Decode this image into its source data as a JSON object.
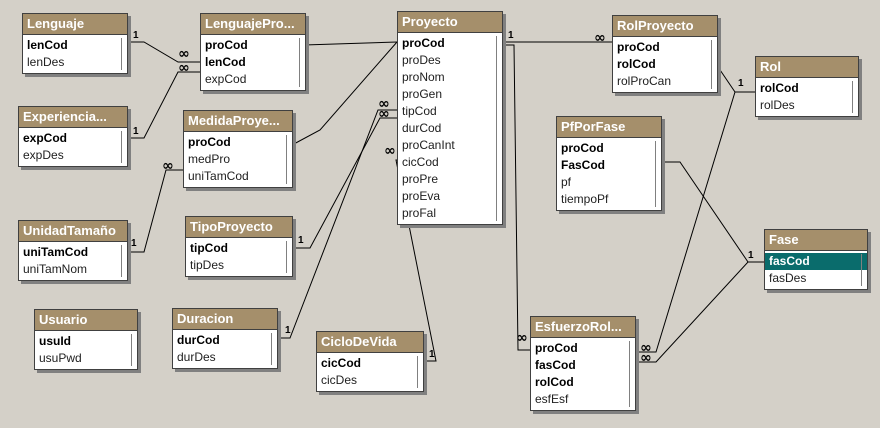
{
  "tables": [
    {
      "id": "Lenguaje",
      "title": "Lenguaje",
      "fields": [
        {
          "name": "lenCod",
          "key": true
        },
        {
          "name": "lenDes",
          "key": false
        }
      ]
    },
    {
      "id": "Experiencia",
      "title": "Experiencia...",
      "fields": [
        {
          "name": "expCod",
          "key": true
        },
        {
          "name": "expDes",
          "key": false
        }
      ]
    },
    {
      "id": "UnidadTamano",
      "title": "UnidadTamaño",
      "fields": [
        {
          "name": "uniTamCod",
          "key": true
        },
        {
          "name": "uniTamNom",
          "key": false
        }
      ]
    },
    {
      "id": "Usuario",
      "title": "Usuario",
      "fields": [
        {
          "name": "usuId",
          "key": true
        },
        {
          "name": "usuPwd",
          "key": false
        }
      ]
    },
    {
      "id": "LenguajePro",
      "title": "LenguajePro...",
      "fields": [
        {
          "name": "proCod",
          "key": true
        },
        {
          "name": "lenCod",
          "key": true
        },
        {
          "name": "expCod",
          "key": false
        }
      ]
    },
    {
      "id": "MedidaProye",
      "title": "MedidaProye...",
      "fields": [
        {
          "name": "proCod",
          "key": true
        },
        {
          "name": "medPro",
          "key": false
        },
        {
          "name": "uniTamCod",
          "key": false
        }
      ]
    },
    {
      "id": "TipoProyecto",
      "title": "TipoProyecto",
      "fields": [
        {
          "name": "tipCod",
          "key": true
        },
        {
          "name": "tipDes",
          "key": false
        }
      ]
    },
    {
      "id": "Duracion",
      "title": "Duracion",
      "fields": [
        {
          "name": "durCod",
          "key": true
        },
        {
          "name": "durDes",
          "key": false
        }
      ]
    },
    {
      "id": "Proyecto",
      "title": "Proyecto",
      "fields": [
        {
          "name": "proCod",
          "key": true
        },
        {
          "name": "proDes",
          "key": false
        },
        {
          "name": "proNom",
          "key": false
        },
        {
          "name": "proGen",
          "key": false
        },
        {
          "name": "tipCod",
          "key": false
        },
        {
          "name": "durCod",
          "key": false
        },
        {
          "name": "proCanInt",
          "key": false
        },
        {
          "name": "cicCod",
          "key": false
        },
        {
          "name": "proPre",
          "key": false
        },
        {
          "name": "proEva",
          "key": false
        },
        {
          "name": "proFal",
          "key": false
        }
      ]
    },
    {
      "id": "CicloDeVida",
      "title": "CicloDeVida",
      "fields": [
        {
          "name": "cicCod",
          "key": true
        },
        {
          "name": "cicDes",
          "key": false
        }
      ]
    },
    {
      "id": "RolProyecto",
      "title": "RolProyecto",
      "fields": [
        {
          "name": "proCod",
          "key": true
        },
        {
          "name": "rolCod",
          "key": true
        },
        {
          "name": "rolProCan",
          "key": false
        }
      ]
    },
    {
      "id": "Rol",
      "title": "Rol",
      "fields": [
        {
          "name": "rolCod",
          "key": true
        },
        {
          "name": "rolDes",
          "key": false
        }
      ]
    },
    {
      "id": "PfPorFase",
      "title": "PfPorFase",
      "fields": [
        {
          "name": "proCod",
          "key": true
        },
        {
          "name": "FasCod",
          "key": true
        },
        {
          "name": "pf",
          "key": false
        },
        {
          "name": "tiempoPf",
          "key": false
        }
      ]
    },
    {
      "id": "Fase",
      "title": "Fase",
      "fields": [
        {
          "name": "fasCod",
          "key": true,
          "selected": true
        },
        {
          "name": "fasDes",
          "key": false
        }
      ]
    },
    {
      "id": "EsfuerzoRol",
      "title": "EsfuerzoRol...",
      "fields": [
        {
          "name": "proCod",
          "key": true
        },
        {
          "name": "fasCod",
          "key": true
        },
        {
          "name": "rolCod",
          "key": true
        },
        {
          "name": "esfEsf",
          "key": false
        }
      ]
    }
  ],
  "relationships": [
    {
      "from": "Lenguaje",
      "to": "LenguajePro",
      "one": "1",
      "many": "∞"
    },
    {
      "from": "Experiencia",
      "to": "LenguajePro",
      "one": "1",
      "many": "∞"
    },
    {
      "from": "UnidadTamano",
      "to": "MedidaProye",
      "one": "1",
      "many": "∞"
    },
    {
      "from": "Proyecto",
      "to": "LenguajePro",
      "one": "",
      "many": ""
    },
    {
      "from": "Proyecto",
      "to": "MedidaProye",
      "one": "",
      "many": ""
    },
    {
      "from": "TipoProyecto",
      "to": "Proyecto",
      "one": "1",
      "many": "∞"
    },
    {
      "from": "Duracion",
      "to": "Proyecto",
      "one": "1",
      "many": "∞"
    },
    {
      "from": "CicloDeVida",
      "to": "Proyecto",
      "one": "1",
      "many": "∞"
    },
    {
      "from": "Proyecto",
      "to": "RolProyecto",
      "one": "1",
      "many": "∞"
    },
    {
      "from": "Proyecto",
      "to": "EsfuerzoRol",
      "one": "1",
      "many": "∞"
    },
    {
      "from": "Rol",
      "to": "RolProyecto",
      "one": "1",
      "many": ""
    },
    {
      "from": "Rol",
      "to": "EsfuerzoRol",
      "one": "",
      "many": "∞"
    },
    {
      "from": "Fase",
      "to": "EsfuerzoRol",
      "one": "1",
      "many": "∞"
    },
    {
      "from": "Fase",
      "to": "PfPorFase",
      "one": "",
      "many": ""
    }
  ],
  "colors": {
    "title_bar": "#a58f6b",
    "canvas": "#d4d0c8",
    "selected": "#0a6c6c"
  }
}
